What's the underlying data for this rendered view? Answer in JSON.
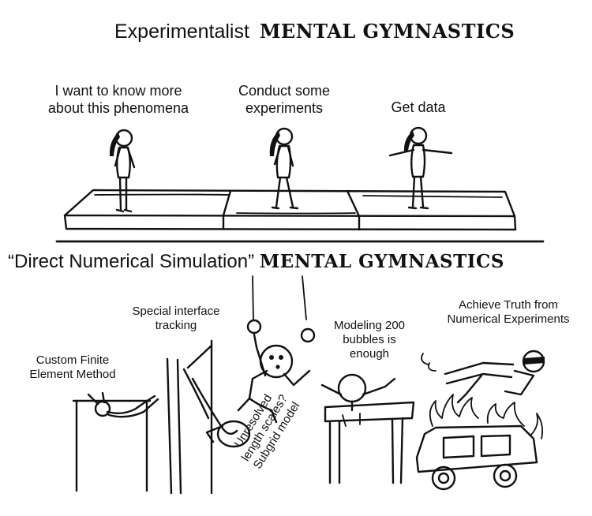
{
  "top_panel": {
    "title_plain": "Experimentalist",
    "title_bold": "MENTAL GYMNASTICS",
    "steps": [
      {
        "line1": "I want to know more",
        "line2": "about this phenomena"
      },
      {
        "line1": "Conduct some",
        "line2": "experiments"
      },
      {
        "line1": "Get data",
        "line2": ""
      }
    ]
  },
  "bottom_panel": {
    "title_plain": "“Direct Numerical Simulation”",
    "title_bold": "MENTAL GYMNASTICS",
    "labels": {
      "fem": {
        "line1": "Custom Finite",
        "line2": "Element Method"
      },
      "tracking": {
        "line1": "Special interface",
        "line2": "tracking"
      },
      "bubbles": {
        "line1": "Modeling 200",
        "line2": "bubbles is",
        "line3": "enough"
      },
      "truth": {
        "line1": "Achieve Truth from",
        "line2": "Numerical Experiments"
      },
      "unresolved": {
        "line1": "Unresolved",
        "line2": "length scales?",
        "line3": "Subgrid model"
      }
    }
  }
}
